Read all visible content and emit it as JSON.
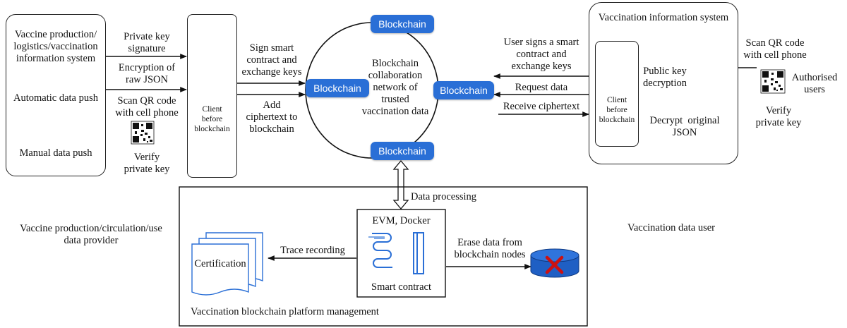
{
  "left_system": {
    "title": "Vaccine production/\nlogistics/vaccination\ninformation system",
    "auto_push": "Automatic data push",
    "manual_push": "Manual data push"
  },
  "left_arrows": {
    "sig": "Private key\nsignature",
    "enc": "Encryption of\nraw JSON",
    "scan": "Scan QR code\nwith cell phone",
    "verify": "Verify\nprivate key"
  },
  "client_left": "Client\nbefore\nblockchain",
  "mid_arrows": {
    "sign": "Sign smart\ncontract and\nexchange keys",
    "add": "Add\nciphertext to\nblockchain"
  },
  "blockchain": {
    "label": "Blockchain",
    "center": "Blockchain\ncollaboration\nnetwork of\ntrusted\nvaccination data"
  },
  "right_arrows": {
    "user_sign": "User signs a smart\ncontract and\nexchange keys",
    "request": "Request data",
    "receive": "Receive ciphertext"
  },
  "right_system": {
    "title": "Vaccination information system",
    "client": "Client\nbefore\nblockchain",
    "pubkey": "Public key\ndecryption",
    "decrypt": "Decrypt  original\nJSON"
  },
  "far_right": {
    "scan": "Scan QR code\nwith cell phone",
    "authorised": "Authorised\nusers",
    "verify": "Verify\nprivate key"
  },
  "labels": {
    "provider": "Vaccine production/circulation/use\ndata provider",
    "user": "Vaccination data user",
    "data_processing": "Data processing"
  },
  "platform": {
    "title": "Vaccination blockchain platform management",
    "evm": "EVM, Docker",
    "smart_contract": "Smart contract",
    "trace": "Trace recording",
    "certification": "Certification",
    "erase": "Erase data from\nblockchain nodes"
  },
  "colors": {
    "blockchain": "#2a6fd6",
    "db": "#1f5fc4",
    "erase_x": "#cc1111"
  }
}
